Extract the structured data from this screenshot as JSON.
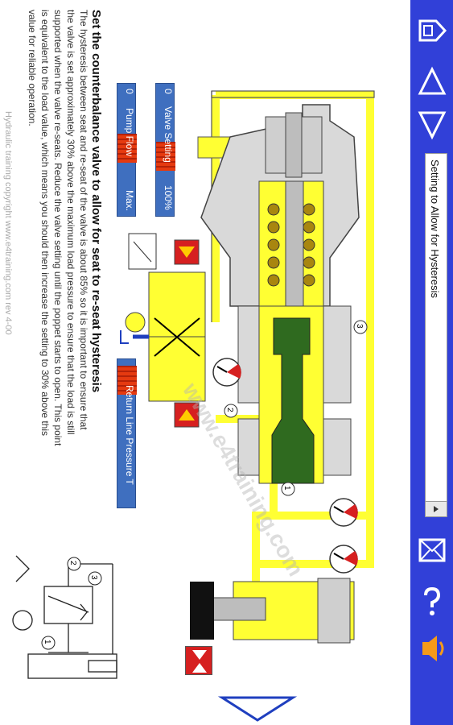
{
  "header": {
    "instruction_title": "Set the counterbalance valve to allow for seat to re-seat hysteresis"
  },
  "body": {
    "paragraph": [
      "The hysteresis between seat and re-seat of the valve is about 85% so it is important to ensure that",
      "the valve is set approximately 30% above the maximum load pressure to ensure that the load is still",
      "supported when the valve re-seats. Reduce the valve setting until the poppet starts to open. This point",
      "is equivalent to the load value, which means you should then increase the setting to 30% above this",
      "value for reliable operation."
    ]
  },
  "footer": {
    "copyright": "Hydraulic training copyright www.e4training.com rev 4-00"
  },
  "watermark": "www.e4training.com",
  "sliders": {
    "valve_setting": {
      "min_label": "0",
      "title": "Valve Setting",
      "max_label": "100%",
      "level": 0.55
    },
    "pump_flow": {
      "min_label": "0",
      "title": "Pump Flow",
      "max_label": "Max.",
      "level": 0.48
    },
    "return_line": {
      "title": "Return Line Pressure T",
      "level": 0.05
    }
  },
  "toolbar": {
    "lesson_selector": "Setting to Allow for Hysteresis",
    "icons": [
      "home-icon",
      "up-arrow-icon",
      "down-arrow-icon",
      "mail-icon",
      "help-icon",
      "sound-icon"
    ]
  },
  "ports": [
    "1",
    "2",
    "3"
  ],
  "colors": {
    "toolbar": "#3140d8",
    "oil": "#ffff33",
    "slider": "#3f6fbf",
    "thumb": "#e53a10",
    "poppet": "#2f6a1f",
    "body": "#d9d9d9"
  }
}
